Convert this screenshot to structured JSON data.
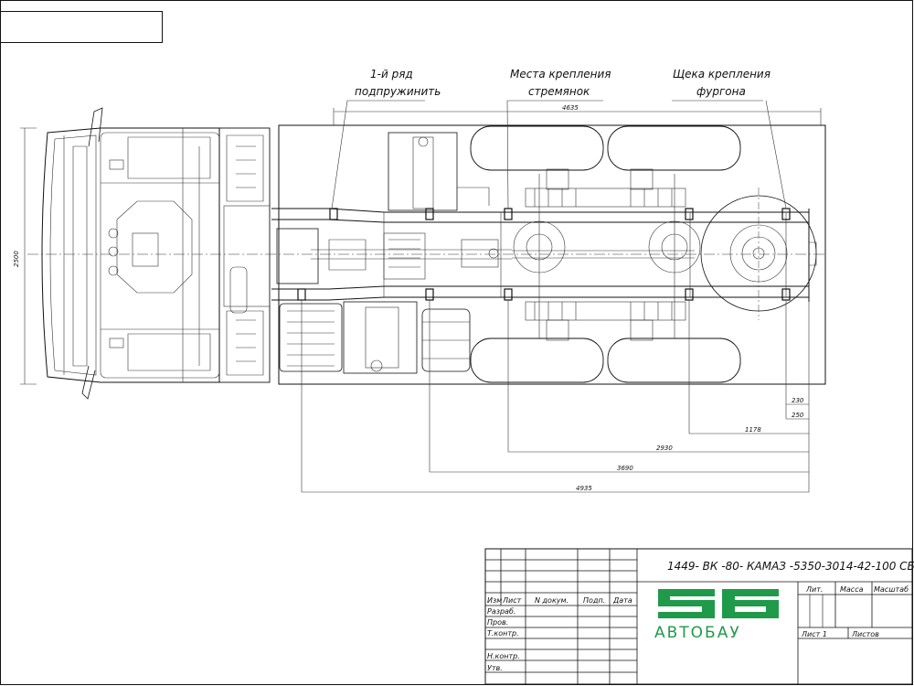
{
  "drawing": {
    "callouts": {
      "springs_row_line1": "1-й ряд",
      "springs_row_line2": "подпружинить",
      "ubolt_line1": "Места крепления",
      "ubolt_line2": "стремянок",
      "cheek_line1": "Щека крепления",
      "cheek_line2": "фургона"
    },
    "dimensions": {
      "overall_length": "4635",
      "width": "2500",
      "d230": "230",
      "d250": "250",
      "d1178": "1178",
      "d2930": "2930",
      "d3690": "3690",
      "d4935": "4935"
    }
  },
  "title_block": {
    "designation": "1449- ВК -80- КАМАЗ -5350-3014-42-100 СБ",
    "col_headers": {
      "izm": "Изм",
      "list": "Лист",
      "ndoc": "N докум.",
      "podp": "Подп.",
      "data": "Дата"
    },
    "roles": {
      "razrab": "Разраб.",
      "prov": "Пров.",
      "tkontr": "Т.контр.",
      "nkontr": "Н.контр.",
      "utv": "Утв."
    },
    "lit": "Лит.",
    "massa": "Масса",
    "masshtab": "Масштаб",
    "sheet": "Лист 1",
    "sheets": "Листов",
    "logo_text": "АВТОБАУ",
    "logo_color": "#1f9a4a"
  }
}
